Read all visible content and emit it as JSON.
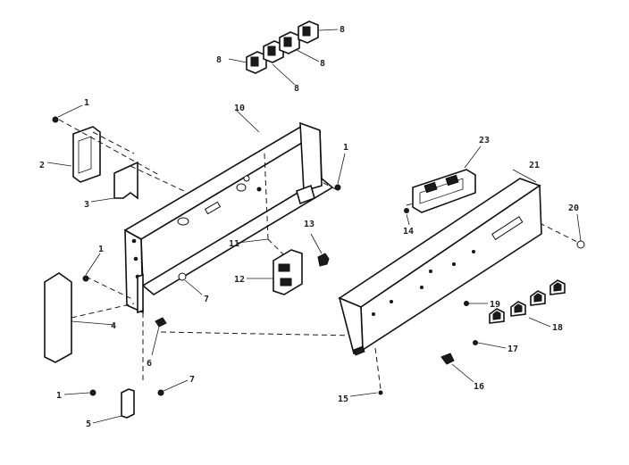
{
  "callouts": {
    "c1a": "1",
    "c1b": "1",
    "c1c": "1",
    "c1d": "1",
    "c2": "2",
    "c3": "3",
    "c4": "4",
    "c5": "5",
    "c6": "6",
    "c7a": "7",
    "c7b": "7",
    "c8a": "8",
    "c8b": "8",
    "c8c": "8",
    "c8d": "8",
    "c10": "10",
    "c11": "11",
    "c12": "12",
    "c13": "13",
    "c14": "14",
    "c15": "15",
    "c16": "16",
    "c17": "17",
    "c18": "18",
    "c19": "19",
    "c20": "20",
    "c21": "21",
    "c23": "23"
  }
}
